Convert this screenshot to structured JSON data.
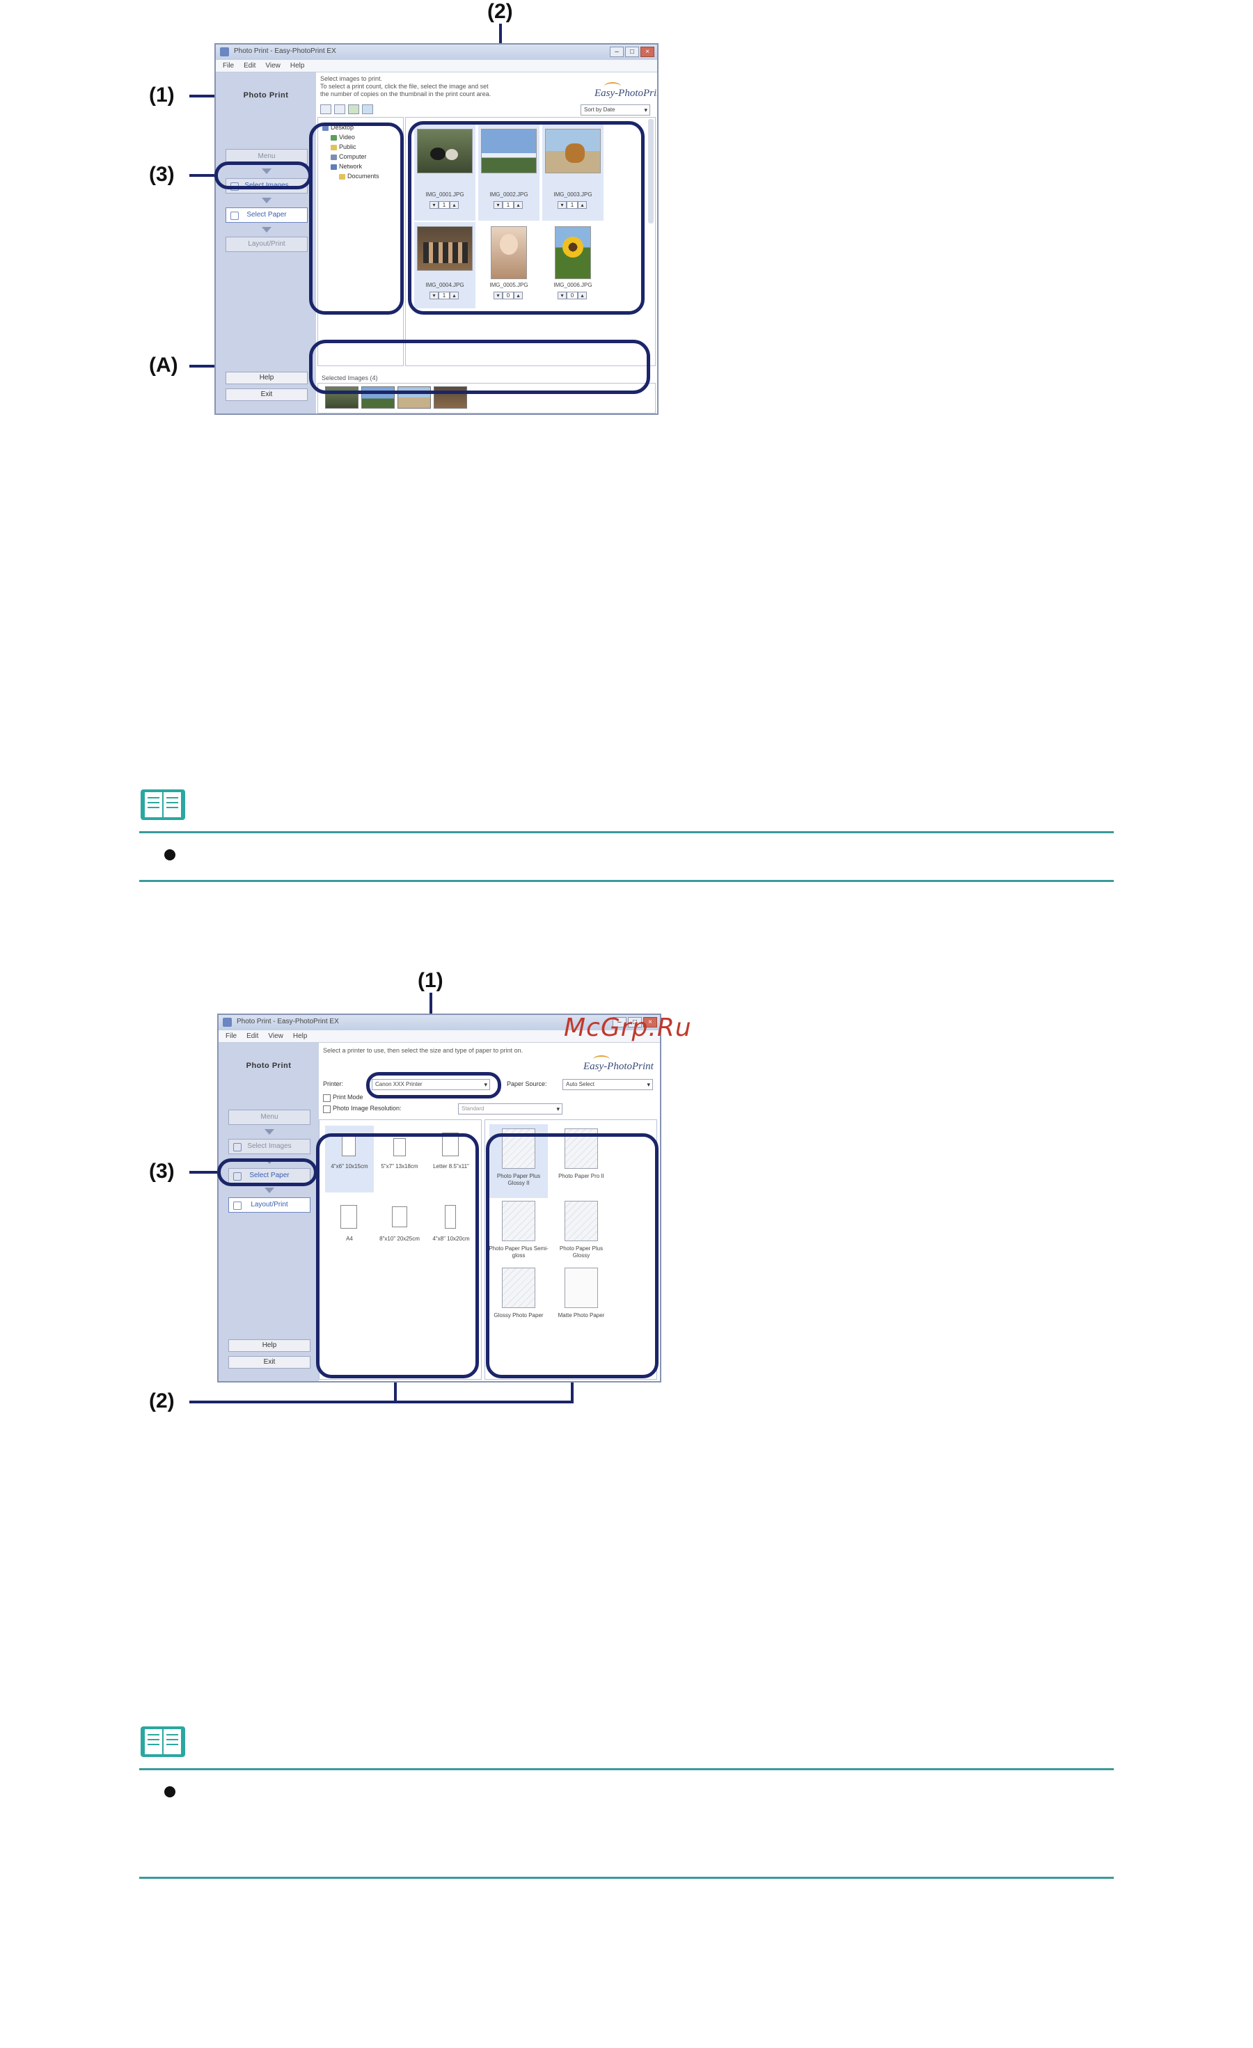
{
  "figure1": {
    "callouts": {
      "one": "(1)",
      "two": "(2)",
      "three": "(3)",
      "a": "(A)"
    },
    "window": {
      "title": "Photo Print - Easy-PhotoPrint EX",
      "menu": [
        "File",
        "Edit",
        "View",
        "Help"
      ],
      "sidebar_title": "Photo Print",
      "steps": [
        "Menu",
        "Select Images",
        "Select Paper",
        "Layout/Print"
      ],
      "help_label": "Help",
      "exit_label": "Exit",
      "instructions": [
        "Select images to print.",
        "To select a print count, click the file, select the image and set",
        "the number of copies on the thumbnail in the print count area."
      ],
      "logo": "Easy-PhotoPrint",
      "sort_label": "Sort by Date",
      "folder_tree": [
        "Desktop",
        "Video",
        "Public",
        "Computer",
        "Network",
        "Documents"
      ],
      "thumbnails": [
        {
          "name": "IMG_0001.JPG",
          "count": "1"
        },
        {
          "name": "IMG_0002.JPG",
          "count": "1"
        },
        {
          "name": "IMG_0003.JPG",
          "count": "1"
        },
        {
          "name": "IMG_0004.JPG",
          "count": "1"
        },
        {
          "name": "IMG_0005.JPG",
          "count": "0"
        },
        {
          "name": "IMG_0006.JPG",
          "count": "0"
        }
      ],
      "selected_area_label": "Selected Images (4)",
      "selected": [
        "IMG_0001.JPG",
        "IMG_0002.JPG",
        "IMG_0003.JPG",
        "IMG_0004.JPG"
      ]
    }
  },
  "note1": {
    "icon": "note-book-icon"
  },
  "figure2": {
    "callouts": {
      "one": "(1)",
      "two": "(2)",
      "three": "(3)"
    },
    "window": {
      "title": "Photo Print - Easy-PhotoPrint EX",
      "menu": [
        "File",
        "Edit",
        "View",
        "Help"
      ],
      "sidebar_title": "Photo Print",
      "steps": [
        "Menu",
        "Select Images",
        "Select Paper",
        "Layout/Print"
      ],
      "help_label": "Help",
      "exit_label": "Exit",
      "instructions": [
        "Select a printer to use, then select the size and type of paper to print on."
      ],
      "logo": "Easy-PhotoPrint",
      "printer_label": "Printer:",
      "printer_value": "Canon XXX Printer",
      "paper_source_label": "Paper Source:",
      "paper_source_value": "Auto Select",
      "fast_label": "Print Mode",
      "resolution_label": "Photo Image Resolution:",
      "resolution_value": "Standard",
      "paper_sizes": [
        {
          "label": "4\"x6\" 10x15cm"
        },
        {
          "label": "5\"x7\" 13x18cm"
        },
        {
          "label": "Letter 8.5\"x11\""
        },
        {
          "label": "A4"
        },
        {
          "label": "8\"x10\" 20x25cm"
        },
        {
          "label": "4\"x8\" 10x20cm"
        }
      ],
      "paper_types": [
        {
          "label": "Photo Paper Plus Glossy II"
        },
        {
          "label": "Photo Paper Pro II"
        },
        {
          "label": "Photo Paper Plus Semi-gloss"
        },
        {
          "label": "Photo Paper Plus Glossy"
        },
        {
          "label": "Glossy Photo Paper"
        },
        {
          "label": "Matte Photo Paper"
        }
      ]
    }
  },
  "note2": {
    "icon": "note-book-icon"
  },
  "watermark": "McGrp.Ru"
}
